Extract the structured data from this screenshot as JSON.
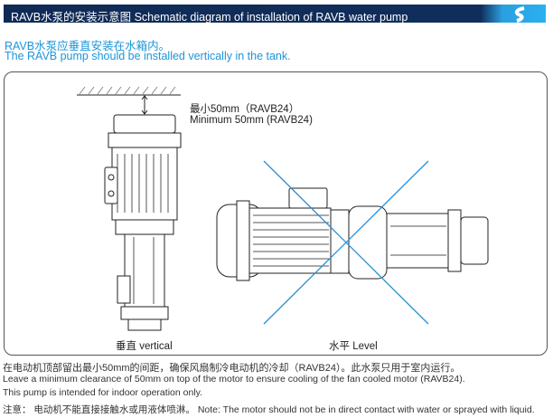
{
  "header": {
    "title": "RAVB水泵的安装示意图 Schematic diagram of installation of RAVB water pump"
  },
  "intro": {
    "zh": "RAVB水泵应垂直安装在水箱内。",
    "en": "The RAVB pump should be installed vertically in the tank."
  },
  "diagram": {
    "clearance_zh": "最小50mm（RAVB24）",
    "clearance_en": "Minimum 50mm (RAVB24)",
    "vertical_label": "垂直 vertical",
    "level_label": "水平 Level"
  },
  "notes": {
    "line1": "在电动机顶部留出最小50mm的间距，确保风扇制冷电动机的冷却（RAVB24）。此水泵只用于室内运行。",
    "line2": "Leave a minimum clearance of 50mm on top of the motor to ensure cooling of the fan cooled motor (RAVB24).",
    "line3": "This pump is intended for indoor operation only.",
    "line4": "注意： 电动机不能直接接触水或用液体喷淋。 Note: The motor should not be in direct contact with water or sprayed with liquid."
  },
  "colors": {
    "header": "#102e5c",
    "accent": "#1c95d8",
    "cross": "#2a8fd6"
  }
}
